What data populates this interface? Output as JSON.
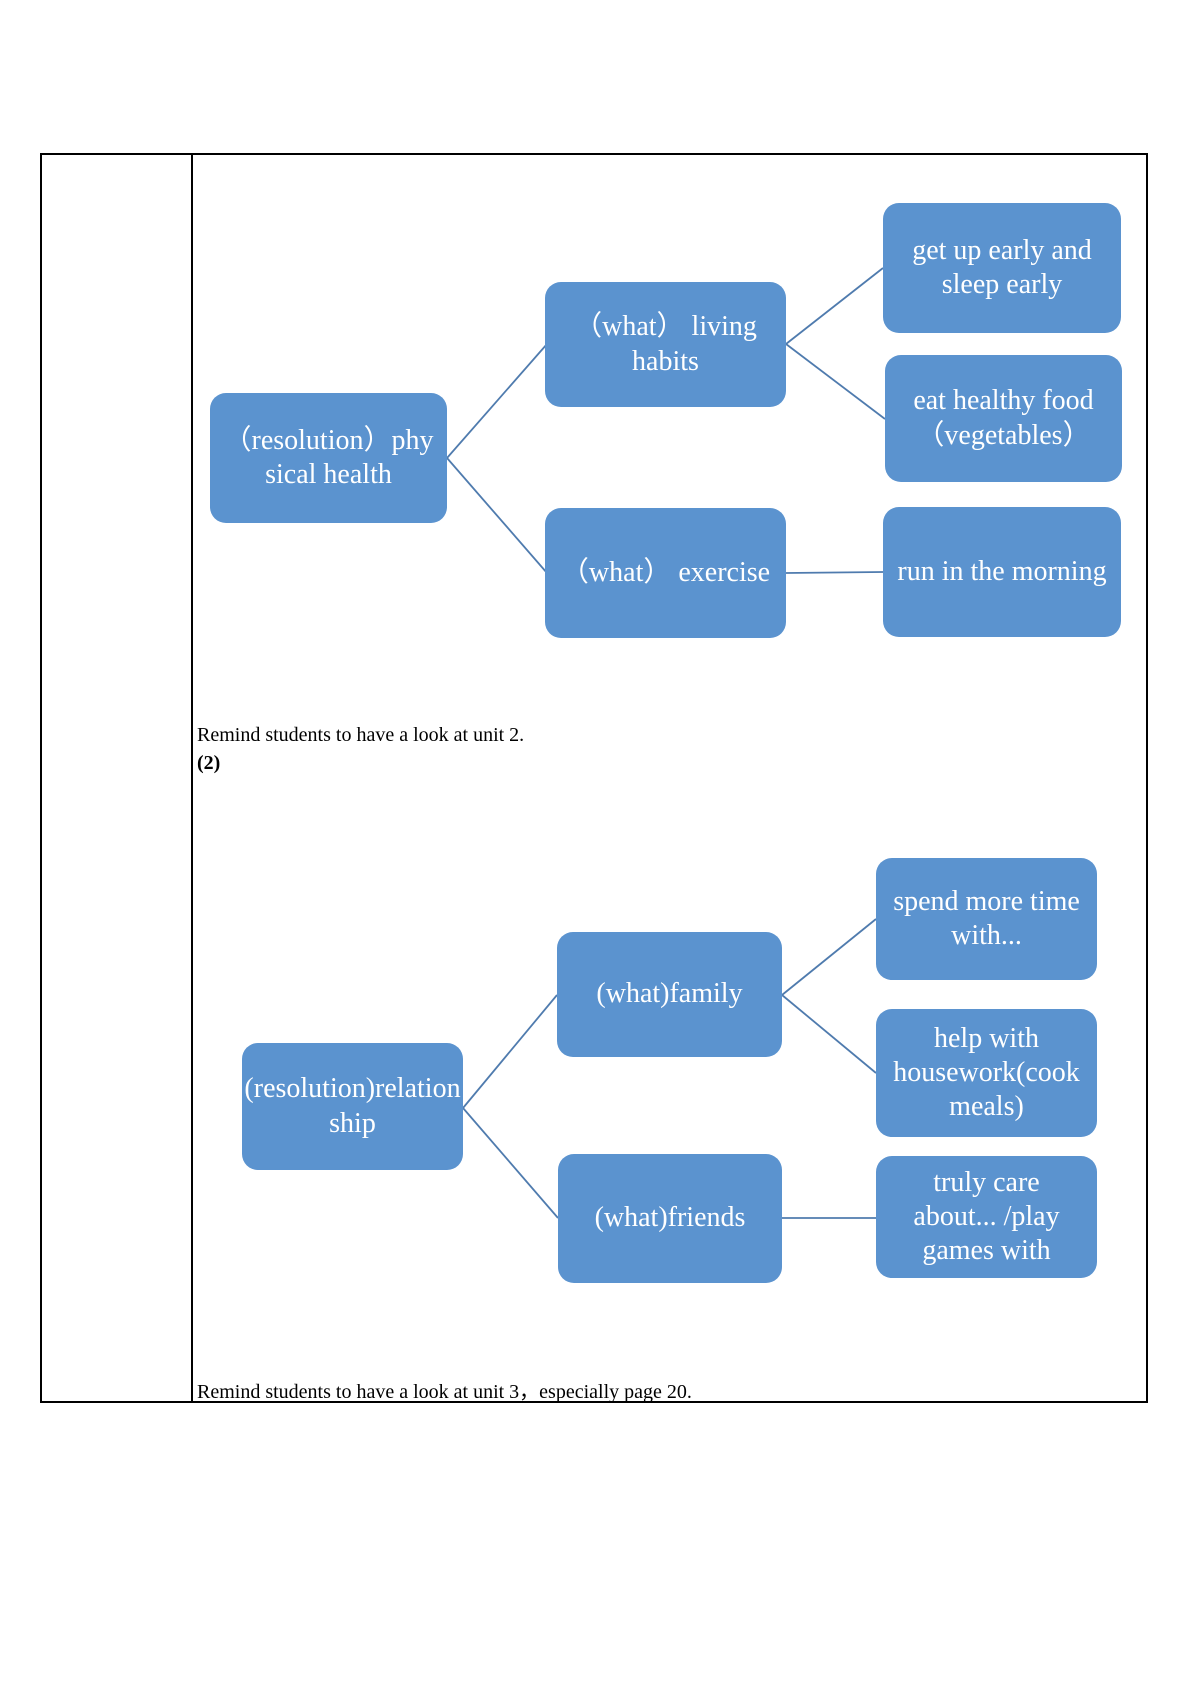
{
  "colors": {
    "node_fill": "#5b93cf",
    "node_text": "#ffffff",
    "connector_line": "#4f7bae",
    "table_border": "#000000"
  },
  "diagram1": {
    "root": {
      "label": "（resolution）phy\nsical health"
    },
    "living_habits": {
      "label": "（what） living\nhabits"
    },
    "exercise": {
      "label": "（what） exercise"
    },
    "get_up_early": {
      "label": "get up early and\nsleep early"
    },
    "eat_healthy": {
      "label": "eat healthy food\n（vegetables）"
    },
    "run_morning": {
      "label": "run in the morning"
    }
  },
  "notes": {
    "note1": "Remind students to have a look at unit 2.",
    "marker": "(2)",
    "note2": "Remind students to have a look at unit 3，especially page 20."
  },
  "diagram2": {
    "root": {
      "label": "(resolution)relation\nship"
    },
    "family": {
      "label": "(what)family"
    },
    "friends": {
      "label": "(what)friends"
    },
    "spend_time": {
      "label": "spend more time\nwith..."
    },
    "housework": {
      "label": "help with\nhousework(cook\nmeals)"
    },
    "truly_care": {
      "label": "truly care\nabout... /play\ngames with"
    }
  }
}
